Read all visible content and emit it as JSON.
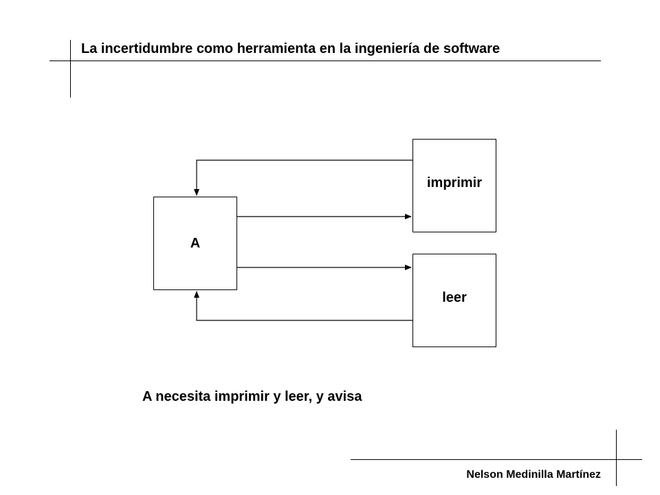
{
  "header": {
    "title": "La incertidumbre como herramienta en la ingeniería de software"
  },
  "diagram": {
    "nodes": {
      "a": {
        "label": "A"
      },
      "imprimir": {
        "label": "imprimir"
      },
      "leer": {
        "label": "leer"
      }
    },
    "edges": [
      {
        "from": "A",
        "to": "imprimir"
      },
      {
        "from": "imprimir",
        "to": "A"
      },
      {
        "from": "A",
        "to": "leer"
      },
      {
        "from": "leer",
        "to": "A"
      }
    ]
  },
  "caption": "A necesita imprimir y leer, y avisa",
  "footer": {
    "author": "Nelson Medinilla Martínez"
  }
}
